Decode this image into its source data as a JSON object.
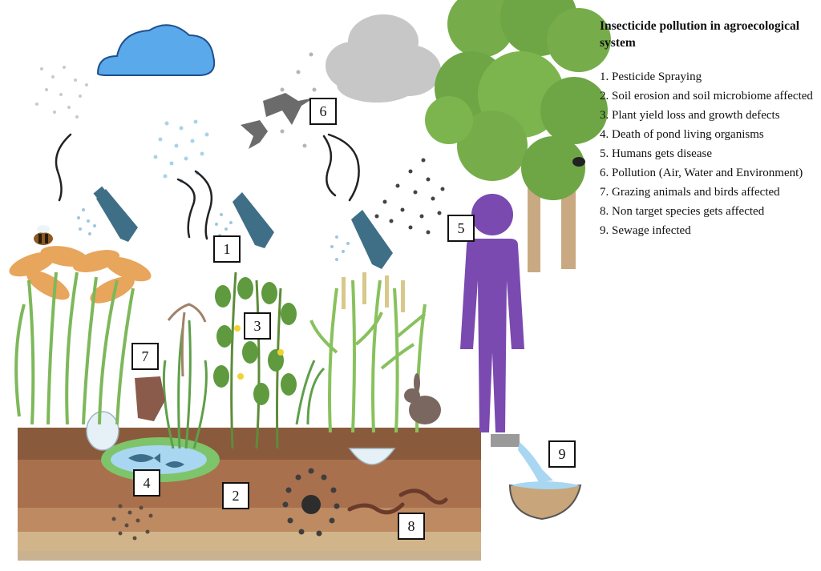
{
  "legend": {
    "title": "Insecticide pollution in agroecological system",
    "items": [
      "1. Pesticide Spraying",
      "2. Soil erosion and soil microbiome affected",
      "3. Plant yield loss and growth defects",
      "4. Death of pond living organisms",
      "5. Humans gets disease",
      "6. Pollution (Air, Water and Environment)",
      "7. Grazing animals and birds affected",
      "8. Non target species gets affected",
      "9. Sewage infected"
    ]
  },
  "markers": {
    "m1": "1",
    "m2": "2",
    "m3": "3",
    "m4": "4",
    "m5": "5",
    "m6": "6",
    "m7": "7",
    "m8": "8",
    "m9": "9"
  },
  "colors": {
    "cloud_blue": "#5aa9ea",
    "cloud_gray": "#c8c8c8",
    "sprayer": "#3e6f86",
    "human": "#7a4ab0",
    "soil_top": "#8a5a3c",
    "soil_mid": "#a9704e",
    "soil_low": "#c9a37a",
    "pond": "#7ec46a",
    "water": "#a9d6f0",
    "tree": "#76ad4a"
  }
}
